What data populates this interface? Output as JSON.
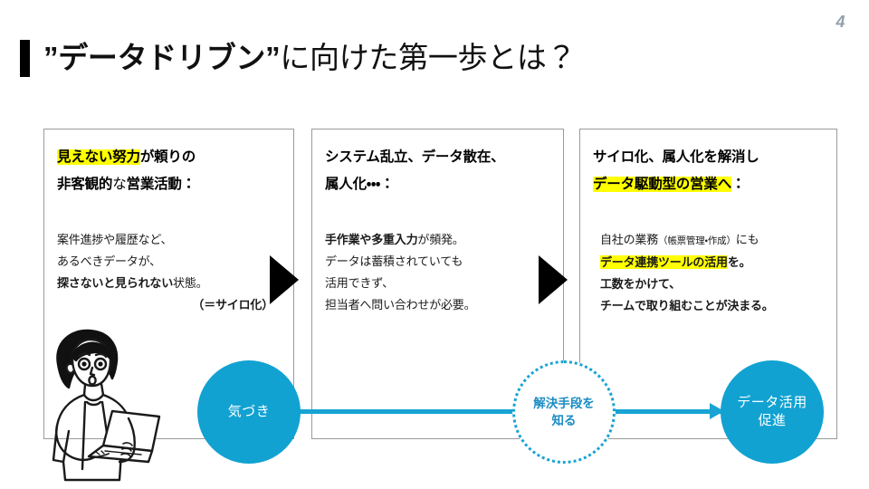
{
  "slide": {
    "page_number": "4",
    "title_quote": "”データドリブン”",
    "title_rest": "に向けた第一歩とは？",
    "accent_color": "#000000",
    "brand_cyan": "#11A2D2",
    "highlight_yellow": "#FFFF00",
    "page_number_color": "#93A0AD"
  },
  "panels": [
    {
      "id": "panel-1",
      "heading_line1_highlight": "見えない努力",
      "heading_line1_rest": "が頼りの",
      "heading_line2_bold": "非客観的",
      "heading_line2_mid": "な",
      "heading_line2_rest": "営業活動：",
      "body": [
        "案件進捗や履歴など、",
        "あるべきデータが、"
      ],
      "body_bold": "探さないと見られない",
      "body_bold_tail": "状態。",
      "body_note": "（＝サイロ化）"
    },
    {
      "id": "panel-2",
      "heading_line1": "システム乱立、データ散在、",
      "heading_line2": "属人化・・・：",
      "body_bold": "手作業や多重入力",
      "body_bold_tail": "が頻発。",
      "body": [
        "データは蓄積されていても",
        "活用できず、",
        "担当者へ問い合わせが必要。"
      ]
    },
    {
      "id": "panel-3",
      "heading_line1": "サイロ化、属人化を解消し",
      "heading_line2_highlight": "データ駆動型の営業へ",
      "heading_line2_rest": "：",
      "body_line1_pre": "自社の業務",
      "body_line1_small": "（帳票管理・作成）",
      "body_line1_post": "にも",
      "body_line2_highlight": "データ連携ツールの活用",
      "body_line2_rest": "を。",
      "body_line3": "工数をかけて、",
      "body_line4": "チームで取り組むことが決まる。"
    }
  ],
  "circles": [
    {
      "id": "circle-awareness",
      "label": "気づき",
      "style": "solid"
    },
    {
      "id": "circle-solution",
      "line1": "解決手段を",
      "line2": "知る",
      "style": "dotted"
    },
    {
      "id": "circle-promote",
      "line1": "データ活用",
      "line2": "促進",
      "style": "solid"
    }
  ]
}
